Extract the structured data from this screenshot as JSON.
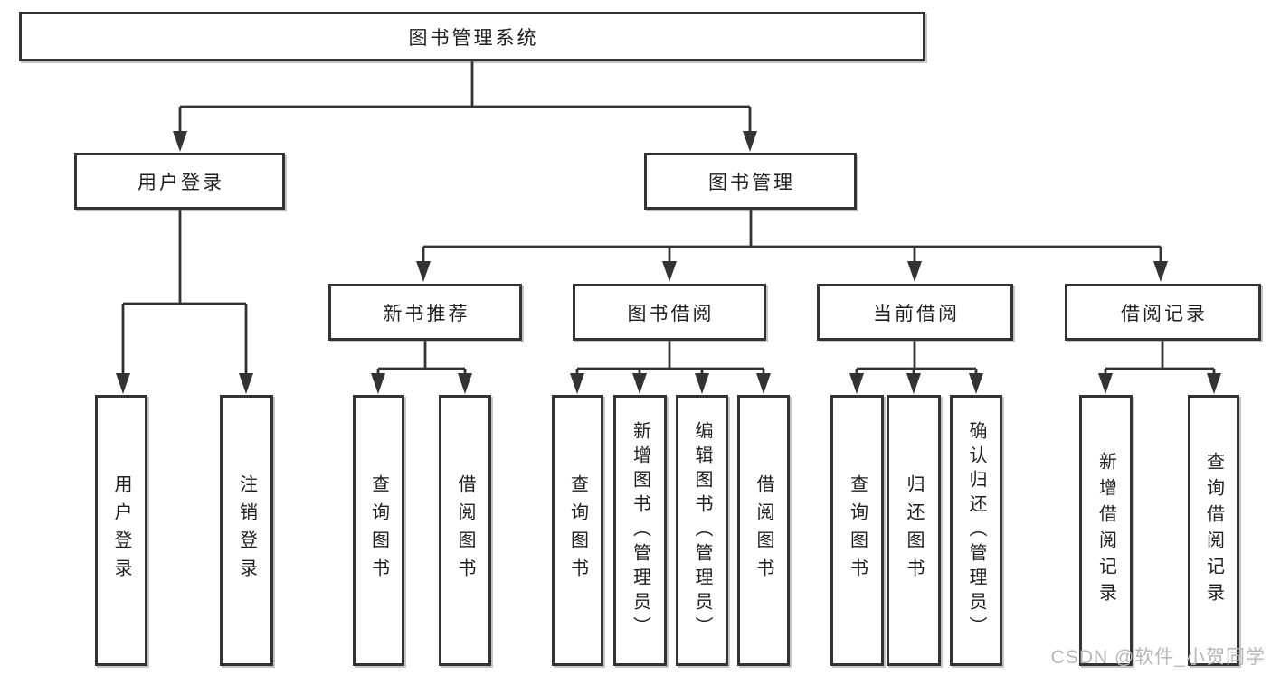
{
  "diagram": {
    "root": {
      "label": "图书管理系统"
    },
    "level2": [
      {
        "id": "user-login",
        "label": "用户登录"
      },
      {
        "id": "book-management",
        "label": "图书管理"
      }
    ],
    "level3": [
      {
        "id": "new-book-recommend",
        "label": "新书推荐"
      },
      {
        "id": "book-borrow",
        "label": "图书借阅"
      },
      {
        "id": "current-borrow",
        "label": "当前借阅"
      },
      {
        "id": "borrow-records",
        "label": "借阅记录"
      }
    ],
    "leaves": [
      {
        "id": "user-login-leaf",
        "label": "用户登录"
      },
      {
        "id": "logout",
        "label": "注销登录"
      },
      {
        "id": "query-books-recommend",
        "label": "查询图书"
      },
      {
        "id": "borrow-books-recommend",
        "label": "借阅图书"
      },
      {
        "id": "query-books-borrow",
        "label": "查询图书"
      },
      {
        "id": "add-book-admin",
        "label": "新增图书（管理员）"
      },
      {
        "id": "edit-book-admin",
        "label": "编辑图书（管理员）"
      },
      {
        "id": "borrow-books-borrow",
        "label": "借阅图书"
      },
      {
        "id": "query-books-current",
        "label": "查询图书"
      },
      {
        "id": "return-book",
        "label": "归还图书"
      },
      {
        "id": "confirm-return-admin",
        "label": "确认归还（管理员）"
      },
      {
        "id": "add-borrow-record",
        "label": "新增借阅记录"
      },
      {
        "id": "query-borrow-record",
        "label": "查询借阅记录"
      }
    ]
  },
  "watermark": {
    "text": "CSDN @软件_小贺同学",
    "color": "#b7b7b7"
  },
  "colors": {
    "line": "#333333",
    "border": "#333333",
    "text": "#1f1f1f"
  }
}
